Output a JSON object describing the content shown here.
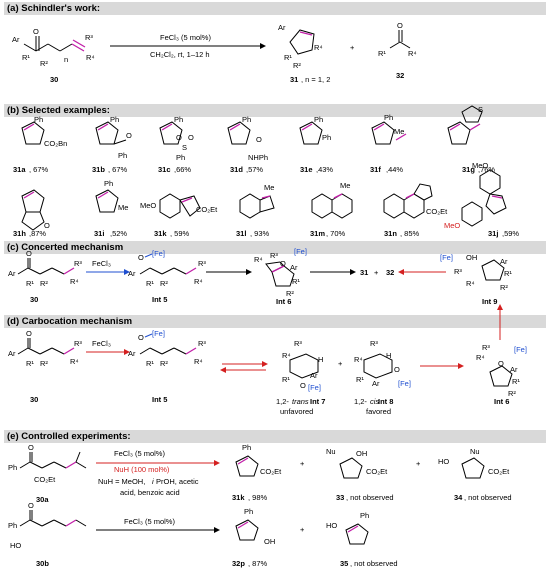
{
  "sections": {
    "a": "(a) Schindler's work:",
    "b": "(b) Selected examples:",
    "c": "(c) Concerted mechanism",
    "d": "(d) Carbocation mechanism",
    "e": "(e) Controlled experiments:"
  },
  "a": {
    "reagent": "FeCl₃ (5 mol%)",
    "conditions": "CH₂Cl₂, rt, 1–12 h",
    "start": "30",
    "product1": "31",
    "product1_suffix": ", n = 1, 2",
    "plus": "+",
    "product2": "32",
    "n": "n"
  },
  "examples_row1": [
    {
      "id": "31a",
      "yield": ", 67%",
      "sub": "CO₂Bn"
    },
    {
      "id": "31b",
      "yield": ", 67%",
      "sub": "Ph"
    },
    {
      "id": "31c",
      "yield": ",66%",
      "sub": "Ph"
    },
    {
      "id": "31d",
      "yield": ",57%",
      "sub": "NHPh"
    },
    {
      "id": "31e",
      "yield": ",43%",
      "sub": "Ph"
    },
    {
      "id": "31f",
      "yield": ",44%",
      "sub": "Me"
    },
    {
      "id": "31g",
      "yield": ",76%",
      "sub": "S"
    }
  ],
  "examples_row2": [
    {
      "id": "31h",
      "yield": ",87%"
    },
    {
      "id": "31i",
      "yield": ",52%",
      "sub": "Me"
    },
    {
      "id": "31k",
      "yield": ", 59%",
      "sub": "CO₂Et"
    },
    {
      "id": "31l",
      "yield": ", 93%",
      "sub": "Me"
    },
    {
      "id": "31m",
      "yield": ", 70%",
      "sub": "Me"
    },
    {
      "id": "31n",
      "yield": ", 85%",
      "sub": "CO₂Et"
    },
    {
      "id": "31j",
      "yield": ",59%",
      "sub": "MeO"
    }
  ],
  "c": {
    "reagent": "FeCl₃",
    "start": "30",
    "int5": "Int 5",
    "int6": "Int 6",
    "int9": "Int 9",
    "prod": "31",
    "plus": "+",
    "prod2": "32",
    "fe": "[Fe]"
  },
  "d": {
    "reagent": "FeCl₃",
    "start": "30",
    "int5": "Int 5",
    "int7_a": "1,2-",
    "int7_b": "trans",
    "int7_c": " Int 7",
    "int7_note": "unfavored",
    "int8_a": "1,2-",
    "int8_b": "cis",
    "int8_c": " Int 8",
    "int8_note": "favored",
    "int6": "Int 6",
    "plus": "+",
    "fe": "[Fe]"
  },
  "e": {
    "r1_reagent": "FeCl₃ (5 mol%)",
    "r1_reagent2": "NuH (100 mol%)",
    "r1_note1": "NuH = MeOH, ",
    "r1_note1b": "i",
    "r1_note1c": "PrOH, acetic",
    "r1_note2": "acid, benzoic acid",
    "sm1": "30a",
    "p1": "31k",
    "p1_yield": ", 98%",
    "p2": "33",
    "p2_note": ", not observed",
    "p3": "34",
    "p3_note": ", not observed",
    "r2_reagent": "FeCl₃ (5 mol%)",
    "sm2": "30b",
    "p4": "32p",
    "p4_yield": ", 87%",
    "p5": "35",
    "p5_note": ", not observed",
    "plus": "+"
  },
  "colors": {
    "band": "#d9d9d9",
    "magenta": "#c21fa8",
    "blue": "#1f4fd0",
    "red": "#d42020"
  }
}
